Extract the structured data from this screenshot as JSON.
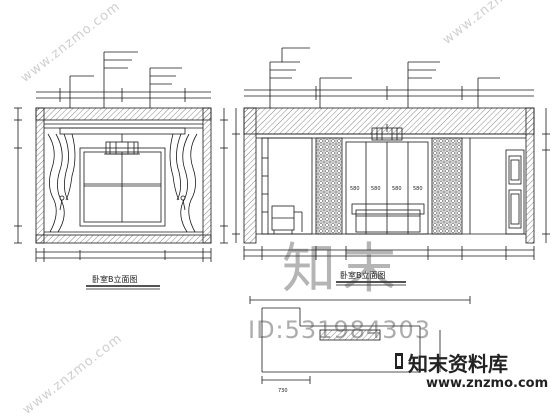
{
  "watermarks": {
    "site_diagonal_top_right": "www.znzmo.com",
    "site_diagonal_top_left": "www.znzmo.com",
    "site_diagonal_bottom_left": "www.znzmo.com",
    "brand_big": "知末",
    "drawing_id": "ID:531984303",
    "brand_name": "知末资料库",
    "brand_url": "www.znzmo.com"
  },
  "drawing": {
    "left_elevation_caption": "卧室B立面图",
    "right_elevation_caption": "卧室B立面图",
    "panel_dims": [
      "580",
      "580",
      "580",
      "580"
    ],
    "plan_dim": "730",
    "colors": {
      "line": "#1a1a1a",
      "hatch": "#555555"
    }
  }
}
